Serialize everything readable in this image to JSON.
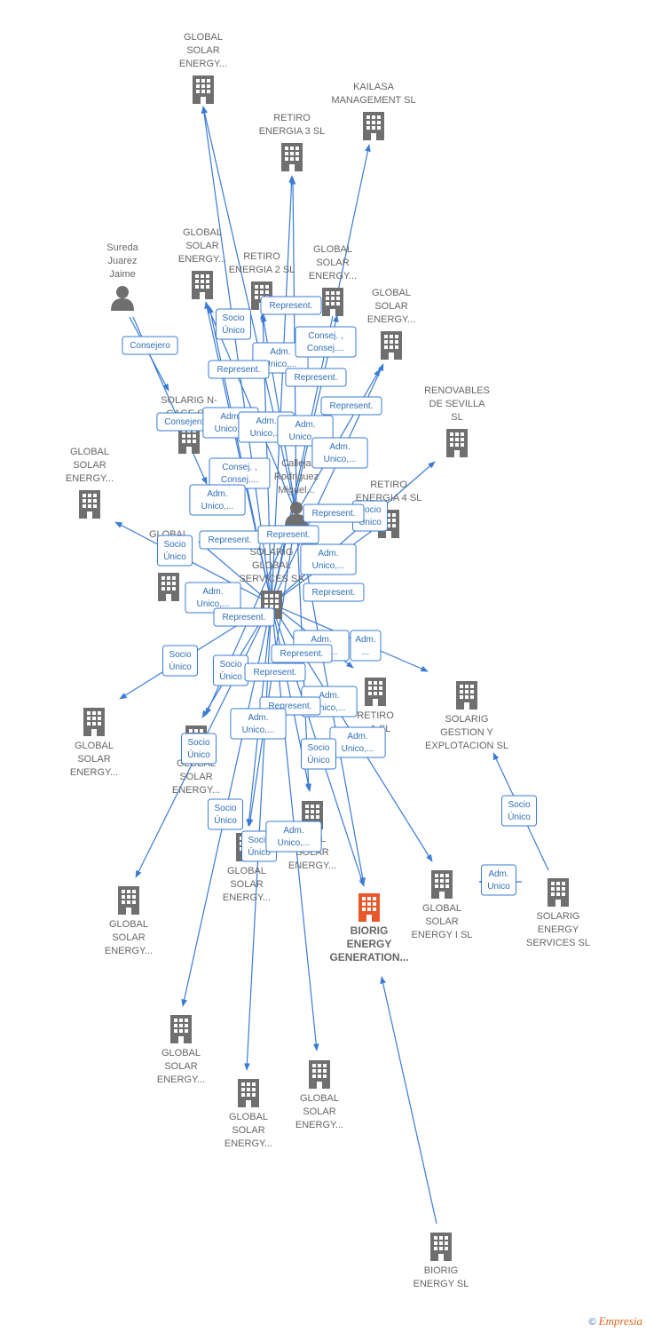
{
  "colors": {
    "edge": "#3a7bd5",
    "node": "#6f6f6f",
    "focus": "#e8582a",
    "label": "#666666"
  },
  "nodes": [
    {
      "id": "gse_top",
      "icon": "building-icon",
      "lines": [
        "GLOBAL",
        "SOLAR",
        "ENERGY..."
      ]
    },
    {
      "id": "kailasa",
      "icon": "building-icon",
      "lines": [
        "KAILASA",
        "MANAGEMENT SL"
      ]
    },
    {
      "id": "retiro3",
      "icon": "building-icon",
      "lines": [
        "RETIRO",
        "ENERGIA 3  SL"
      ]
    },
    {
      "id": "sureda",
      "icon": "person-icon",
      "lines": [
        "Sureda",
        "Juarez",
        "Jaime"
      ]
    },
    {
      "id": "gse_2",
      "icon": "building-icon",
      "lines": [
        "GLOBAL",
        "SOLAR",
        "ENERGY..."
      ]
    },
    {
      "id": "retiro2",
      "icon": "building-icon",
      "lines": [
        "RETIRO",
        "ENERGIA 2  SL"
      ]
    },
    {
      "id": "gse_3",
      "icon": "building-icon",
      "lines": [
        "GLOBAL",
        "SOLAR",
        "ENERGY..."
      ]
    },
    {
      "id": "gse_4",
      "icon": "building-icon",
      "lines": [
        "GLOBAL",
        "SOLAR",
        "ENERGY..."
      ]
    },
    {
      "id": "renovables",
      "icon": "building-icon",
      "lines": [
        "RENOVABLES",
        "DE SEVILLA",
        "SL"
      ]
    },
    {
      "id": "solarig_ngage",
      "icon": "building-icon",
      "lines": [
        "SOLARIG N-",
        "GAGE S..."
      ]
    },
    {
      "id": "calleja",
      "icon": "person-icon",
      "lines": [
        "Calleja",
        "Rodriguez",
        "Miguel..."
      ]
    },
    {
      "id": "gse_left1",
      "icon": "building-icon",
      "lines": [
        "GLOBAL",
        "SOLAR",
        "ENERGY..."
      ]
    },
    {
      "id": "retiro4",
      "icon": "building-icon",
      "lines": [
        "RETIRO",
        "ENERGIA 4  SL"
      ]
    },
    {
      "id": "gse_left2",
      "icon": "building-icon",
      "lines": [
        "GLOBAL",
        "S...",
        "EN..."
      ]
    },
    {
      "id": "solarig_global",
      "icon": "building-icon",
      "lines": [
        "SOLARIG",
        "GLOBAL",
        "SERVICES SA"
      ]
    },
    {
      "id": "retiro1",
      "icon": "building-icon",
      "lines": [
        "RETIRO",
        "... 1  SL"
      ]
    },
    {
      "id": "solarig_gestion",
      "icon": "building-icon",
      "lines": [
        "SOLARIG",
        "GESTION Y",
        "EXPLOTACION SL"
      ]
    },
    {
      "id": "gse_left3",
      "icon": "building-icon",
      "lines": [
        "GLOBAL",
        "SOLAR",
        "ENERGY..."
      ]
    },
    {
      "id": "gse_mid1",
      "icon": "building-icon",
      "lines": [
        "GLOBAL",
        "SOLAR",
        "ENERGY..."
      ]
    },
    {
      "id": "gse_mid2",
      "icon": "building-icon",
      "lines": [
        "GLOBAL",
        "SOLAR",
        "ENERGY..."
      ]
    },
    {
      "id": "gse_mid3",
      "icon": "building-icon",
      "lines": [
        "...BAL",
        "SOLAR",
        "ENERGY..."
      ]
    },
    {
      "id": "gse_i",
      "icon": "building-icon",
      "lines": [
        "GLOBAL",
        "SOLAR",
        "ENERGY I  SL"
      ]
    },
    {
      "id": "solarig_energy_services",
      "icon": "building-icon",
      "lines": [
        "SOLARIG",
        "ENERGY",
        "SERVICES  SL"
      ]
    },
    {
      "id": "biorig_gen",
      "icon": "building-icon",
      "focus": true,
      "lines": [
        "BIORIG",
        "ENERGY",
        "GENERATION..."
      ]
    },
    {
      "id": "gse_b1",
      "icon": "building-icon",
      "lines": [
        "GLOBAL",
        "SOLAR",
        "ENERGY..."
      ]
    },
    {
      "id": "gse_b2",
      "icon": "building-icon",
      "lines": [
        "GLOBAL",
        "SOLAR",
        "ENERGY..."
      ]
    },
    {
      "id": "gse_b3",
      "icon": "building-icon",
      "lines": [
        "GLOBAL",
        "SOLAR",
        "ENERGY..."
      ]
    },
    {
      "id": "gse_b4",
      "icon": "building-icon",
      "lines": [
        "GLOBAL",
        "SOLAR",
        "ENERGY..."
      ]
    },
    {
      "id": "biorig_sl",
      "icon": "building-icon",
      "lines": [
        "BIORIG",
        "ENERGY  SL"
      ]
    }
  ],
  "edge_labels": [
    {
      "lines": [
        "Consejero"
      ]
    },
    {
      "lines": [
        "Socio",
        "Único"
      ]
    },
    {
      "lines": [
        "Represent."
      ]
    },
    {
      "lines": [
        "Adm.",
        "Unico,..."
      ]
    },
    {
      "lines": [
        "Consej. ,",
        "Consej...."
      ]
    },
    {
      "lines": [
        "Represent."
      ]
    },
    {
      "lines": [
        "Represent."
      ]
    },
    {
      "lines": [
        "Represent."
      ]
    },
    {
      "lines": [
        "Consejero"
      ]
    },
    {
      "lines": [
        "Adm.",
        "Unico,..."
      ]
    },
    {
      "lines": [
        "Adm.",
        "Unico,..."
      ]
    },
    {
      "lines": [
        "Adm.",
        "Unico,..."
      ]
    },
    {
      "lines": [
        "Adm.",
        "Unico,..."
      ]
    },
    {
      "lines": [
        "Consej. ,",
        "Consej...."
      ]
    },
    {
      "lines": [
        "Adm.",
        "Unico,..."
      ]
    },
    {
      "lines": [
        "Represent."
      ]
    },
    {
      "lines": [
        "Socio",
        "Único"
      ]
    },
    {
      "lines": [
        "Socio",
        "Único"
      ]
    },
    {
      "lines": [
        "Represent."
      ]
    },
    {
      "lines": [
        "Represent."
      ]
    },
    {
      "lines": [
        "Adm.",
        "Unico,..."
      ]
    },
    {
      "lines": [
        "Adm.",
        "Unico,..."
      ]
    },
    {
      "lines": [
        "Represent."
      ]
    },
    {
      "lines": [
        "Represent."
      ]
    },
    {
      "lines": [
        "Socio",
        "Único"
      ]
    },
    {
      "lines": [
        "Adm.",
        "Unico,..."
      ]
    },
    {
      "lines": [
        "Adm.",
        "..."
      ]
    },
    {
      "lines": [
        "Represent."
      ]
    },
    {
      "lines": [
        "Socio",
        "Único"
      ]
    },
    {
      "lines": [
        "Represent."
      ]
    },
    {
      "lines": [
        "Adm.",
        "Unico,..."
      ]
    },
    {
      "lines": [
        "Represent."
      ]
    },
    {
      "lines": [
        "Adm.",
        "Unico,..."
      ]
    },
    {
      "lines": [
        "Socio",
        "Único"
      ]
    },
    {
      "lines": [
        "Adm.",
        "Unico,..."
      ]
    },
    {
      "lines": [
        "Socio",
        "Único"
      ]
    },
    {
      "lines": [
        "Socio",
        "Único"
      ]
    },
    {
      "lines": [
        "Socio",
        "Único"
      ]
    },
    {
      "lines": [
        "Adm.",
        "Unico,..."
      ]
    },
    {
      "lines": [
        "Socio",
        "Único"
      ]
    },
    {
      "lines": [
        "Adm.",
        "Unico"
      ]
    }
  ],
  "footer": {
    "copyright": "©",
    "brand": "Empresia"
  }
}
